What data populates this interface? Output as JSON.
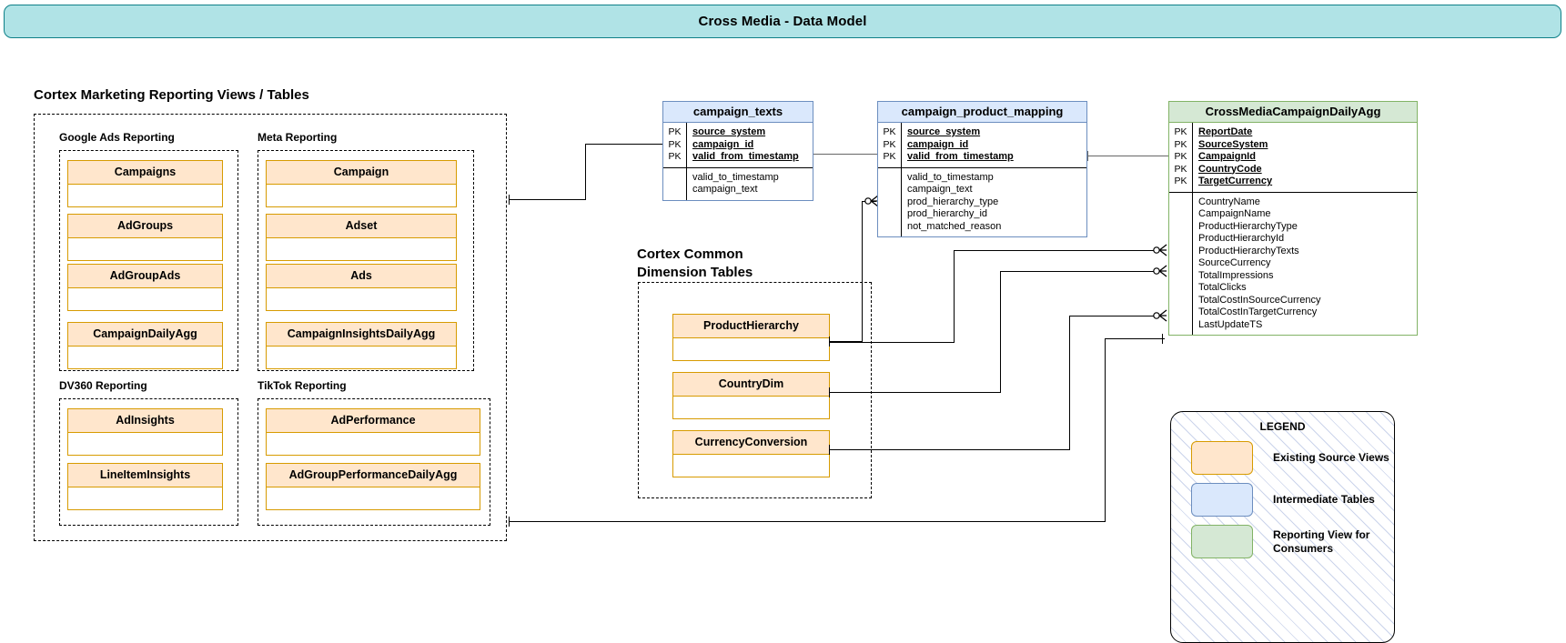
{
  "title": "Cross Media - Data Model",
  "sections": {
    "left_title": "Cortex Marketing Reporting Views / Tables",
    "dim_title": "Cortex Common\nDimension Tables",
    "google": "Google Ads Reporting",
    "meta": "Meta Reporting",
    "dv360": "DV360 Reporting",
    "tiktok": "TikTok Reporting"
  },
  "google_tables": [
    {
      "name": "Campaigns"
    },
    {
      "name": "AdGroups"
    },
    {
      "name": "AdGroupAds"
    },
    {
      "name": "CampaignDailyAgg"
    }
  ],
  "meta_tables": [
    {
      "name": "Campaign"
    },
    {
      "name": "Adset"
    },
    {
      "name": "Ads"
    },
    {
      "name": "CampaignInsightsDailyAgg"
    }
  ],
  "dv360_tables": [
    {
      "name": "AdInsights"
    },
    {
      "name": "LineItemInsights"
    }
  ],
  "tiktok_tables": [
    {
      "name": "AdPerformance"
    },
    {
      "name": "AdGroupPerformanceDailyAgg"
    }
  ],
  "dimension_tables": [
    {
      "name": "ProductHierarchy"
    },
    {
      "name": "CountryDim"
    },
    {
      "name": "CurrencyConversion"
    }
  ],
  "er_tables": {
    "campaign_texts": {
      "name": "campaign_texts",
      "color": "blue",
      "key_marker": "PK",
      "keys": [
        "source_system",
        "campaign_id",
        "valid_from_timestamp"
      ],
      "fields": [
        "valid_to_timestamp",
        "campaign_text"
      ]
    },
    "campaign_product_mapping": {
      "name": "campaign_product_mapping",
      "color": "blue",
      "key_marker": "PK",
      "keys": [
        "source_system",
        "campaign_id",
        "valid_from_timestamp"
      ],
      "fields": [
        "valid_to_timestamp",
        "campaign_text",
        "prod_hierarchy_type",
        "prod_hierarchy_id",
        "not_matched_reason"
      ]
    },
    "cross_media_campaign_daily_agg": {
      "name": "CrossMediaCampaignDailyAgg",
      "color": "green",
      "key_marker": "PK",
      "keys": [
        "ReportDate",
        "SourceSystem",
        "CampaignId",
        "CountryCode",
        "TargetCurrency"
      ],
      "fields": [
        "CountryName",
        "CampaignName",
        "ProductHierarchyType",
        "ProductHierarchyId",
        "ProductHierarchyTexts",
        "SourceCurrency",
        "TotalImpressions",
        "TotalClicks",
        "TotalCostInSourceCurrency",
        "TotalCostInTargetCurrency",
        "LastUpdateTS"
      ]
    }
  },
  "legend": {
    "title": "LEGEND",
    "items": [
      {
        "swatch": "orange",
        "label": "Existing Source Views"
      },
      {
        "swatch": "blue",
        "label": "Intermediate Tables"
      },
      {
        "swatch": "green",
        "label": "Reporting View for\nConsumers"
      }
    ]
  },
  "colors": {
    "banner_fill": "#b0e3e6",
    "banner_stroke": "#0e8088",
    "orange_fill": "#ffe6cc",
    "orange_stroke": "#d79b00",
    "blue_fill": "#dae8fc",
    "blue_stroke": "#6c8ebf",
    "green_fill": "#d5e8d4",
    "green_stroke": "#82b366"
  }
}
